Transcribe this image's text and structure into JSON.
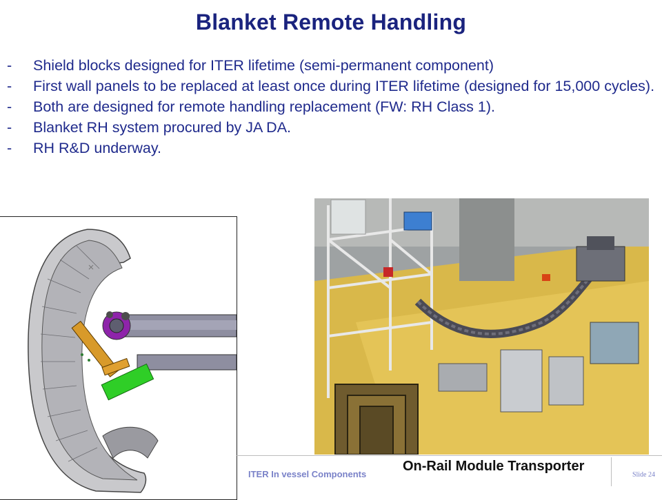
{
  "slide": {
    "title": "Blanket Remote Handling",
    "bullets": [
      {
        "dash": "-",
        "text": "Shield blocks designed for ITER lifetime (semi-permanent component)"
      },
      {
        "dash": "-",
        "text": "First wall panels to be replaced at least once during ITER lifetime (designed for 15,000 cycles)."
      },
      {
        "dash": "-",
        "text": "Both are designed for remote handling replacement (FW: RH Class 1)."
      },
      {
        "dash": "-",
        "text": "Blanket RH system procured by JA DA."
      },
      {
        "dash": "-",
        "text": "RH R&D underway."
      }
    ],
    "photo_caption": "On-Rail Module Transporter",
    "footer": {
      "left_text": "ITER In vessel Components",
      "slide_number": "Slide 24"
    }
  }
}
